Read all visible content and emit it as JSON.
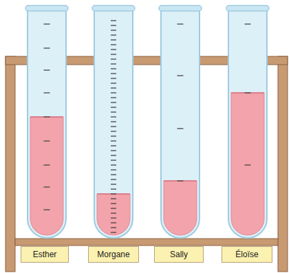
{
  "diagram": {
    "nodes": [
      {
        "text": [
          "Esther"
        ]
      },
      {
        "text": [
          "Morgane"
        ]
      },
      {
        "text": [
          "Sally"
        ]
      },
      {
        "text": [
          "Éloïse"
        ]
      }
    ]
  }
}
